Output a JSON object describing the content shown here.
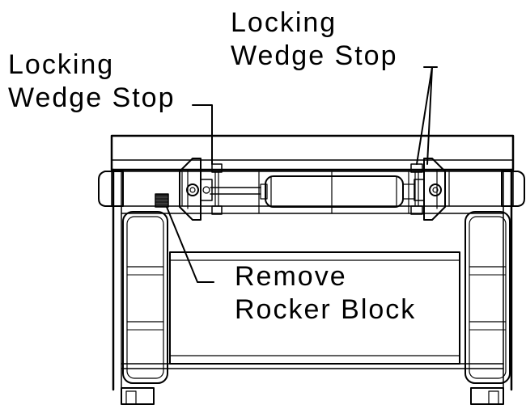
{
  "callouts": {
    "locking_wedge_stop_left": [
      "Locking",
      "Wedge Stop"
    ],
    "locking_wedge_stop_right": [
      "Locking",
      "Wedge Stop"
    ],
    "remove_rocker_block": [
      "Remove",
      "Rocker Block"
    ]
  },
  "colors": {
    "line": "#000000",
    "background": "#ffffff",
    "block_fill": "#222222"
  }
}
